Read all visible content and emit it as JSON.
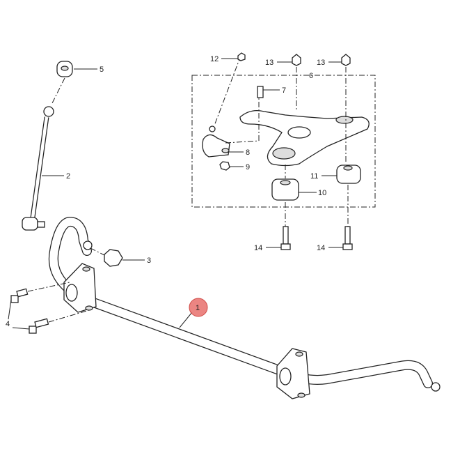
{
  "callouts": {
    "c1": "1",
    "c2": "2",
    "c3": "3",
    "c4": "4",
    "c5": "5",
    "c6": "6",
    "c7": "7",
    "c8": "8",
    "c9": "9",
    "c10": "10",
    "c11": "11",
    "c12": "12",
    "c13a": "13",
    "c13b": "13",
    "c14a": "14",
    "c14b": "14"
  },
  "highlight_color": "#e05a5a"
}
